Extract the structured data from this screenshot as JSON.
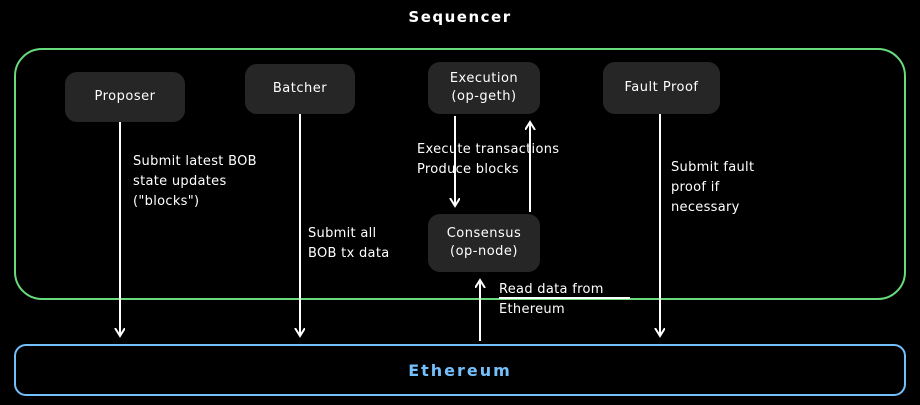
{
  "title": "Sequencer",
  "nodes": {
    "proposer": {
      "label": "Proposer"
    },
    "batcher": {
      "label": "Batcher"
    },
    "execution": {
      "label": "Execution\n(op-geth)"
    },
    "fault_proof": {
      "label": "Fault Proof"
    },
    "consensus": {
      "label": "Consensus\n(op-node)"
    }
  },
  "ethereum": {
    "label": "Ethereum"
  },
  "annotations": {
    "proposer_to_ethereum": "Submit latest BOB\nstate updates\n(\"blocks\")",
    "batcher_to_ethereum": "Submit all\nBOB tx data",
    "execution_consensus": "Execute transactions\nProduce blocks",
    "fault_proof_to_ethereum": "Submit fault\nproof if\nnecessary",
    "ethereum_to_consensus": "Read data from\nEthereum"
  },
  "colors": {
    "background": "#000000",
    "sequencer_border": "#69db7c",
    "ethereum_border": "#74c0fc",
    "ethereum_text": "#74c0fc",
    "node_fill": "#262626",
    "text": "#ffffff",
    "arrow": "#ffffff"
  }
}
